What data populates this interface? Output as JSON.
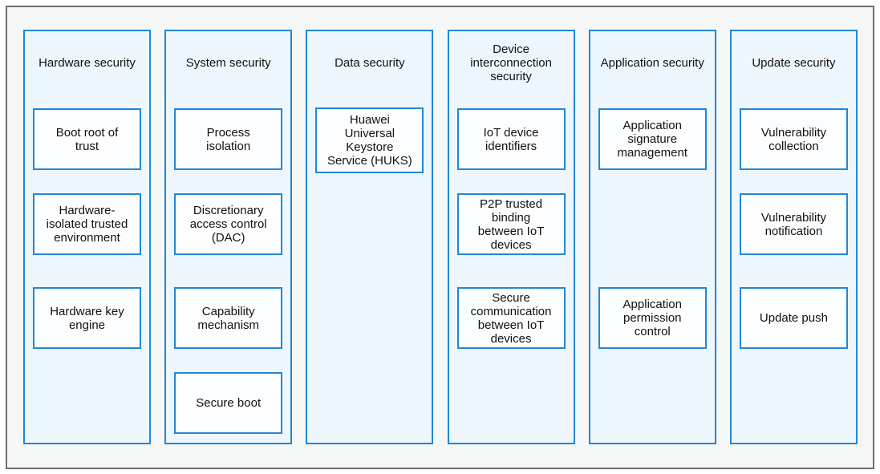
{
  "colors": {
    "accent_blue": "#2287d2",
    "column_fill": "#eef6fd",
    "box_fill": "#fcfdff",
    "frame_border": "#6f6f6f",
    "frame_background": "#f5f6f6",
    "text": "#111111"
  },
  "columns": [
    {
      "id": "hardware-security",
      "title": "Hardware security",
      "boxes": [
        {
          "label": "Boot root of trust",
          "row": 1
        },
        {
          "label": "Hardware-isolated trusted environment",
          "row": 2
        },
        {
          "label": "Hardware key engine",
          "row": 3
        }
      ]
    },
    {
      "id": "system-security",
      "title": "System security",
      "boxes": [
        {
          "label": "Process isolation",
          "row": 1
        },
        {
          "label": "Discretionary access control (DAC)",
          "row": 2
        },
        {
          "label": "Capability mechanism",
          "row": 3
        },
        {
          "label": "Secure boot",
          "row": 4
        }
      ]
    },
    {
      "id": "data-security",
      "title": "Data security",
      "boxes": [
        {
          "label": "Huawei Universal Keystore Service (HUKS)",
          "row": 1,
          "tall": true
        }
      ]
    },
    {
      "id": "device-interconnection-security",
      "title": "Device interconnection security",
      "boxes": [
        {
          "label": "IoT device identifiers",
          "row": 1
        },
        {
          "label": "P2P trusted binding between IoT devices",
          "row": 2
        },
        {
          "label": "Secure communication between IoT devices",
          "row": 3
        }
      ]
    },
    {
      "id": "application-security",
      "title": "Application security",
      "boxes": [
        {
          "label": "Application signature management",
          "row": 1
        },
        {
          "label": "Application permission control",
          "row": 3
        }
      ]
    },
    {
      "id": "update-security",
      "title": "Update security",
      "boxes": [
        {
          "label": "Vulnerability collection",
          "row": 1
        },
        {
          "label": "Vulnerability notification",
          "row": 2
        },
        {
          "label": "Update push",
          "row": 3
        }
      ]
    }
  ]
}
